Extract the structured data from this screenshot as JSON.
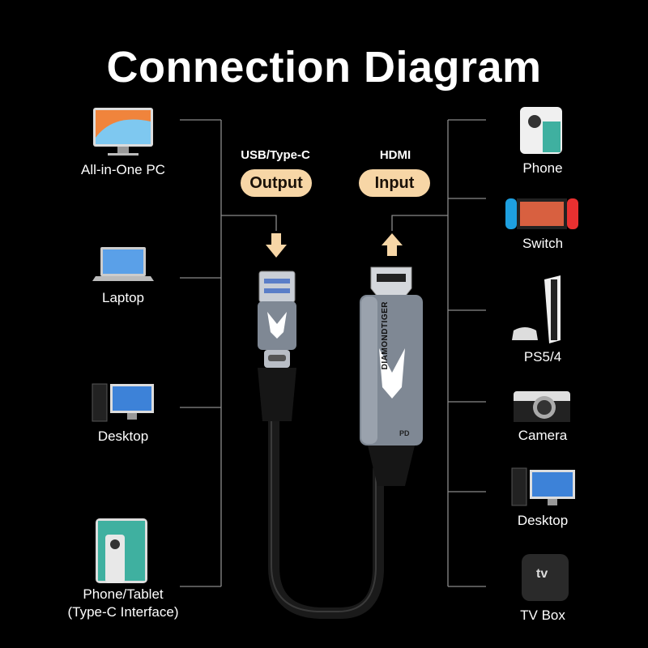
{
  "title": "Connection Diagram",
  "output_port": {
    "type": "USB/Type-C",
    "label": "Output"
  },
  "input_port": {
    "type": "HDMI",
    "label": "Input"
  },
  "left_devices": [
    {
      "name": "All-in-One PC"
    },
    {
      "name": "Laptop"
    },
    {
      "name": "Desktop"
    },
    {
      "name": "Phone/Tablet",
      "sub": "(Type-C Interface)"
    }
  ],
  "right_devices": [
    {
      "name": "Phone"
    },
    {
      "name": "Switch"
    },
    {
      "name": "PS5/4"
    },
    {
      "name": "Camera"
    },
    {
      "name": "Desktop"
    },
    {
      "name": "TV Box"
    }
  ],
  "device_brand": "DIAMONDTIGER",
  "pd_mark": "PD",
  "tv_logo": "tv",
  "colors": {
    "accent": "#f7d6a6",
    "background": "#000000",
    "line": "#8a8a8a"
  }
}
